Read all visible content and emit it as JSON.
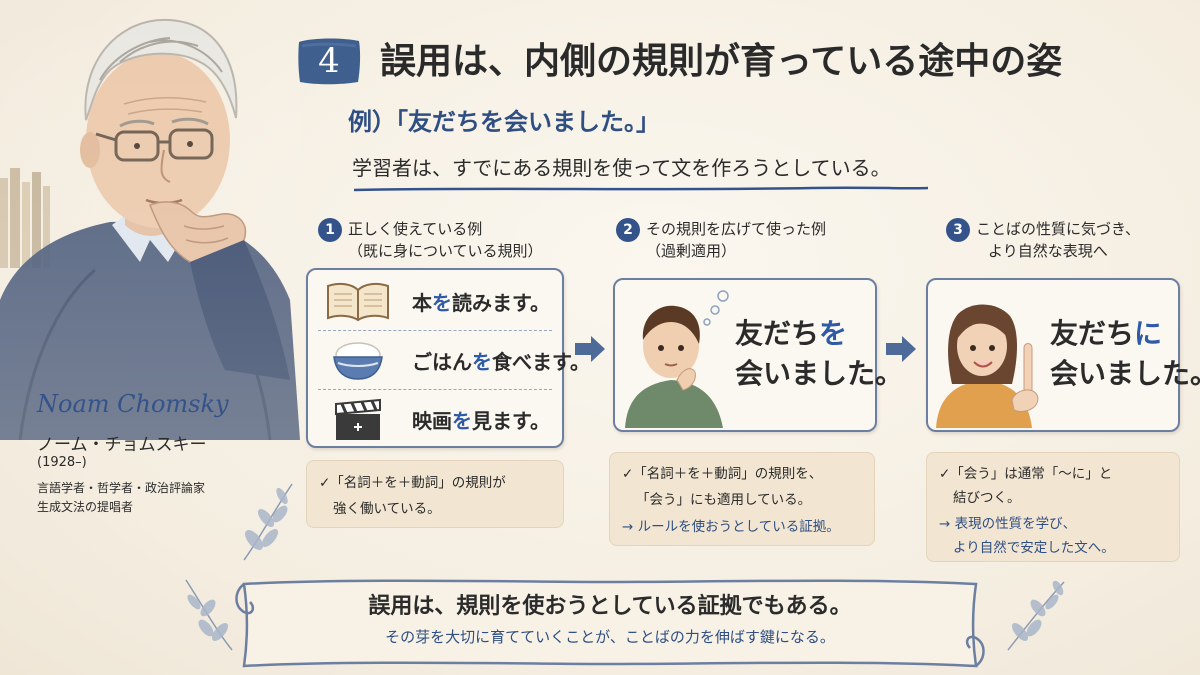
{
  "header": {
    "number": "4",
    "title": "誤用は、内側の規則が育っている途中の姿",
    "example": "例）「友だちを会いました。」",
    "intro": "学習者は、すでにある規則を使って文を作ろうとしている。"
  },
  "person": {
    "name_en": "Noam Chomsky",
    "name_ja": "ノーム・チョムスキー",
    "years": "(1928–)",
    "role_line1": "言語学者・哲学者・政治評論家",
    "role_line2": "生成文法の提唱者"
  },
  "steps": [
    {
      "num": "1",
      "title": "正しく使えている例",
      "subtitle": "（既に身についている規則）",
      "sentences": [
        {
          "icon": "book-icon",
          "before": "本",
          "particle": "を",
          "after": "読みます。",
          "particle_highlighted": true
        },
        {
          "icon": "rice-bowl-icon",
          "before": "ごはん",
          "particle": "を",
          "after": "食べます。",
          "particle_highlighted": true
        },
        {
          "icon": "clapperboard-icon",
          "before": "映画",
          "particle": "を",
          "after": "見ます。",
          "particle_highlighted": true
        }
      ],
      "note": [
        "✓「名詞＋を＋動詞」の規則が",
        "強く働いている。"
      ]
    },
    {
      "num": "2",
      "title": "その規則を広げて使った例",
      "subtitle": "（過剰適用）",
      "sentence_line1_before": "友だち",
      "sentence_line1_particle": "を",
      "sentence_line2": "会いました。",
      "note": [
        "✓「名詞＋を＋動詞」の規則を、",
        "「会う」にも適用している。",
        "→ ルールを使おうとしている証拠。"
      ]
    },
    {
      "num": "3",
      "title": "ことばの性質に気づき、",
      "subtitle": "より自然な表現へ",
      "sentence_line1_before": "友だち",
      "sentence_line1_particle": "に",
      "sentence_line2": "会いました。",
      "note": [
        "✓「会う」は通常「〜に」と",
        "結びつく。",
        "→ 表現の性質を学び、",
        "より自然で安定した文へ。"
      ]
    }
  ],
  "footer": {
    "main": "誤用は、規則を使おうとしている証拠でもある。",
    "sub": "その芽を大切に育てていくことが、ことばの力を伸ばす鍵になる。"
  },
  "colors": {
    "accent": "#2f5aa6",
    "navy": "#34538a",
    "note_bg": "#f2e6d2",
    "background": "#f6f0e5"
  }
}
